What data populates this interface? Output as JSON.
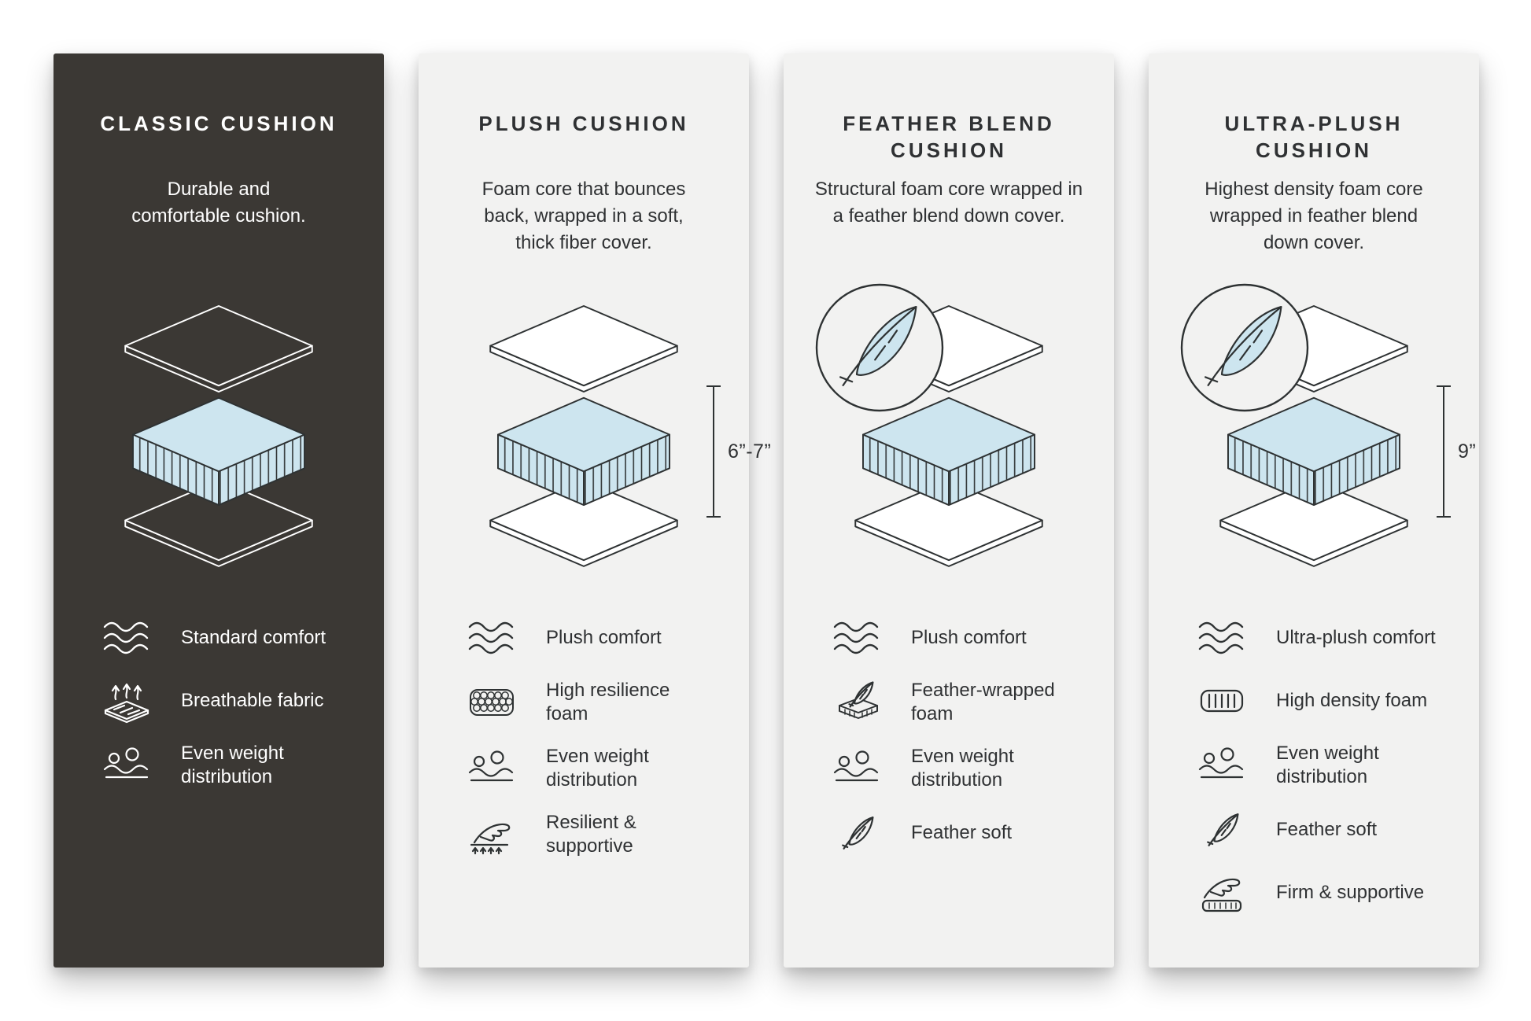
{
  "infographic": {
    "background": "#FFFFFF",
    "colors": {
      "dark_panel": "#3B3834",
      "light_panel": "#F2F2F1",
      "foam_blue": "#CDE5EF",
      "line_dark": "#2E3233",
      "line_light": "#FFFFFF"
    }
  },
  "panels": [
    {
      "id": "classic-cushion",
      "theme": "dark",
      "title": "CLASSIC CUSHION",
      "description": "Durable and\ncomfortable cushion.",
      "features": [
        {
          "icon": "wave-comfort-icon",
          "label": "Standard comfort"
        },
        {
          "icon": "breathable-fabric-icon",
          "label": "Breathable fabric"
        },
        {
          "icon": "even-weight-icon",
          "label": "Even weight\ndistribution"
        }
      ]
    },
    {
      "id": "plush-cushion",
      "theme": "light",
      "title": "PLUSH CUSHION",
      "description": "Foam core that bounces\nback, wrapped in a soft,\nthick fiber cover.",
      "measurement": "6”-7”",
      "features": [
        {
          "icon": "wave-comfort-icon",
          "label": "Plush comfort"
        },
        {
          "icon": "resilience-foam-icon",
          "label": "High resilience\nfoam"
        },
        {
          "icon": "even-weight-icon",
          "label": "Even weight\ndistribution"
        },
        {
          "icon": "resilient-hand-icon",
          "label": "Resilient &\nsupportive"
        }
      ]
    },
    {
      "id": "feather-blend-cushion",
      "theme": "light",
      "title": "FEATHER BLEND\nCUSHION",
      "description": "Structural foam core wrapped in\na feather blend down cover.",
      "features": [
        {
          "icon": "wave-comfort-icon",
          "label": "Plush comfort"
        },
        {
          "icon": "feather-foam-icon",
          "label": "Feather-wrapped\nfoam"
        },
        {
          "icon": "even-weight-icon",
          "label": "Even weight\ndistribution"
        },
        {
          "icon": "feather-icon",
          "label": "Feather soft"
        }
      ]
    },
    {
      "id": "ultra-plush-cushion",
      "theme": "light",
      "title": "ULTRA-PLUSH\nCUSHION",
      "description": "Highest density foam core\nwrapped in feather blend\ndown cover.",
      "measurement": "9”",
      "features": [
        {
          "icon": "wave-comfort-icon",
          "label": "Ultra-plush comfort"
        },
        {
          "icon": "density-foam-icon",
          "label": "High density foam"
        },
        {
          "icon": "even-weight-icon",
          "label": "Even weight\ndistribution"
        },
        {
          "icon": "feather-icon",
          "label": "Feather soft"
        },
        {
          "icon": "firm-hand-icon",
          "label": "Firm & supportive"
        }
      ]
    }
  ]
}
